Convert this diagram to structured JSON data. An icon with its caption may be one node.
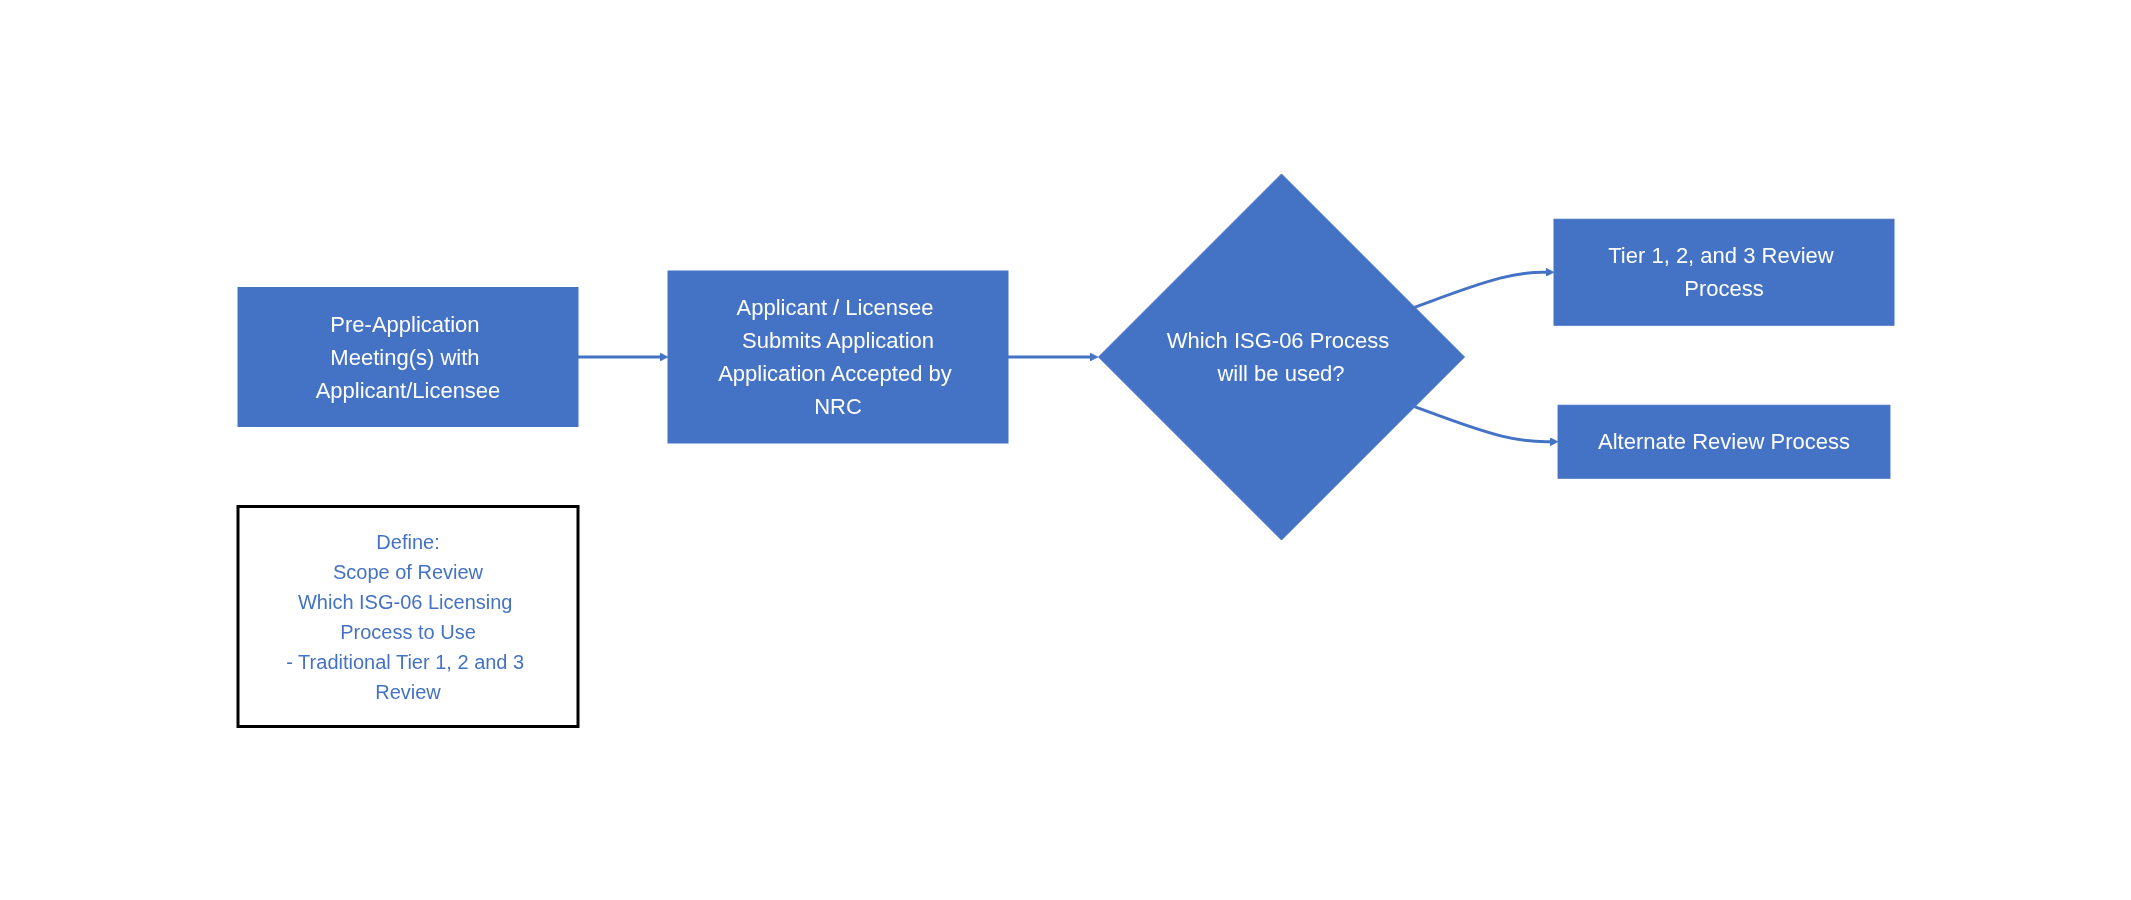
{
  "diagram": {
    "nodes": [
      {
        "text": [
          "Pre-Application Meeting(s) with Applicant/Licensee"
        ]
      },
      {
        "text": [
          "Applicant / Licensee Submits Application",
          "Application Accepted by NRC"
        ]
      },
      {
        "text": [
          "Which ISG-06 Process will be used?"
        ]
      },
      {
        "text": [
          "Tier 1, 2, and 3 Review Process"
        ]
      },
      {
        "text": [
          "Alternate Review Process"
        ]
      },
      {
        "text": [
          "Define:",
          "Scope of Review",
          "Which ISG-06 Licensing Process to Use",
          "- Traditional Tier 1, 2 and 3 Review"
        ]
      }
    ],
    "edges": [
      {
        "from": 0,
        "to": 1,
        "arrow": "to"
      },
      {
        "from": 1,
        "to": 2,
        "arrow": "to"
      },
      {
        "from": 2,
        "to": 3,
        "arrow": "to"
      },
      {
        "from": 2,
        "to": 4,
        "arrow": "to"
      }
    ]
  }
}
